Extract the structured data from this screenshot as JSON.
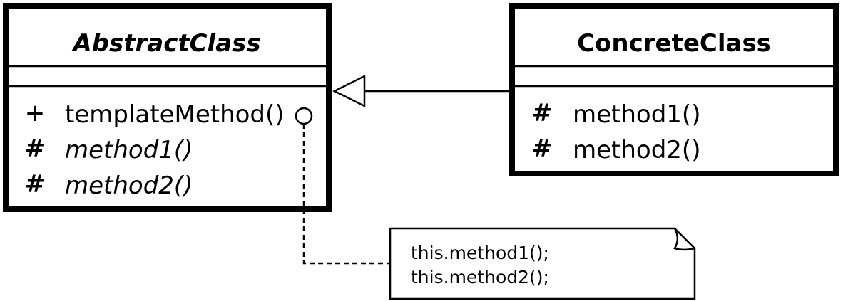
{
  "abstract_class": {
    "name": "AbstractClass",
    "methods": [
      {
        "visibility": "+",
        "name": "templateMethod()",
        "italic": false
      },
      {
        "visibility": "#",
        "name": "method1()",
        "italic": true
      },
      {
        "visibility": "#",
        "name": "method2()",
        "italic": true
      }
    ]
  },
  "concrete_class": {
    "name": "ConcreteClass",
    "methods": [
      {
        "visibility": "#",
        "name": "method1()"
      },
      {
        "visibility": "#",
        "name": "method2()"
      }
    ]
  },
  "note": {
    "lines": [
      "this.method1();",
      "this.method2();"
    ]
  },
  "relationship": "generalization"
}
